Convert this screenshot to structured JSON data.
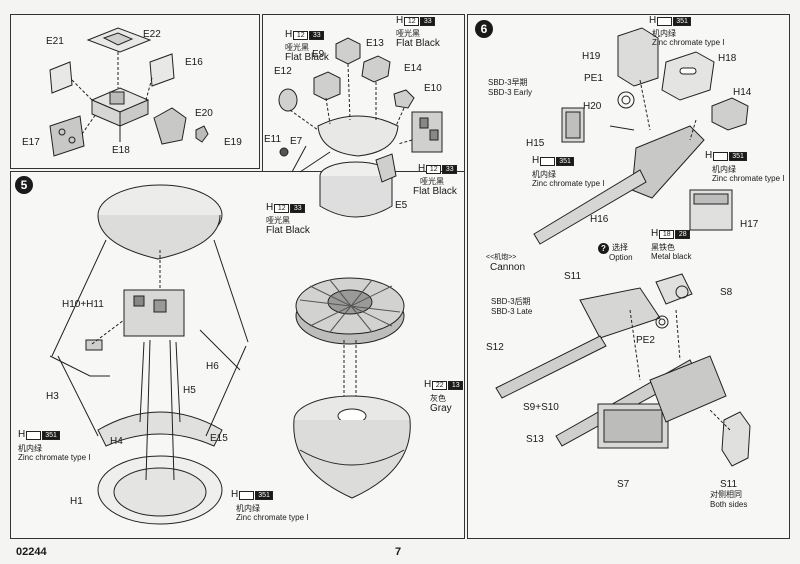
{
  "footer": {
    "code": "02244",
    "page": "7"
  },
  "panel_top_left": {
    "labels": {
      "e21": "E21",
      "e22": "E22",
      "e16": "E16",
      "e20": "E20",
      "e17": "E17",
      "e18": "E18",
      "e19": "E19"
    }
  },
  "panel_top_middle": {
    "labels": {
      "e12": "E12",
      "e9": "E9",
      "e13": "E13",
      "e14": "E14",
      "e10": "E10",
      "e11": "E11",
      "e7": "E7",
      "e5": "E5"
    },
    "paint1": {
      "h": "H",
      "a": "12",
      "b": "33",
      "cn": "哑光黑",
      "en": "Flat Black"
    },
    "paint2": {
      "h": "H",
      "a": "12",
      "b": "33",
      "cn": "哑光黑",
      "en": "Flat Black"
    },
    "paint3": {
      "h": "H",
      "a": "12",
      "b": "33",
      "cn": "哑光黑",
      "en": "Flat Black"
    },
    "paint4": {
      "h": "H",
      "a": "12",
      "b": "33",
      "cn": "哑光黑",
      "en": "Flat Black"
    }
  },
  "step5": {
    "number": "5",
    "labels": {
      "h10h11": "H10+H11",
      "h6": "H6",
      "h3": "H3",
      "h5": "H5",
      "h4": "H4",
      "e15": "E15",
      "h1": "H1"
    },
    "paint_left": {
      "h": "H",
      "b": "351",
      "cn": "机内绿",
      "en": "Zinc chromate type I"
    },
    "paint_bottom": {
      "h": "H",
      "b": "351",
      "cn": "机内绿",
      "en": "Zinc chromate type I"
    },
    "paint_gray": {
      "h": "H",
      "a": "22",
      "b": "13",
      "cn": "灰色",
      "en": "Gray"
    }
  },
  "step6": {
    "number": "6",
    "paint_top": {
      "h": "H",
      "b": "351",
      "cn": "机内绿",
      "en": "Zinc chromate type I"
    },
    "labels": {
      "h19": "H19",
      "h18": "H18",
      "pe1": "PE1",
      "h20": "H20",
      "h14": "H14",
      "h15": "H15",
      "h16": "H16",
      "h17": "H17",
      "s11": "S11",
      "s8": "S8",
      "pe2": "PE2",
      "s12": "S12",
      "s9s10": "S9+S10",
      "s13": "S13",
      "s7": "S7",
      "s11b": "S11"
    },
    "early_cn": "SBD-3早期",
    "early_en": "SBD-3 Early",
    "late_cn": "SBD-3后期",
    "late_en": "SBD-3 Late",
    "paint_h15": {
      "h": "H",
      "b": "351",
      "cn": "机内绿",
      "en": "Zinc chromate type I"
    },
    "paint_right": {
      "h": "H",
      "b": "351",
      "cn": "机内绿",
      "en": "Zinc chromate type I"
    },
    "paint_metal": {
      "h": "H",
      "a": "18",
      "b": "28",
      "cn": "黑铁色",
      "en": "Metal black"
    },
    "option_cn": "选择",
    "option_en": "Option",
    "cannon_cn": "<<机炮>>",
    "cannon_en": "Cannon",
    "both_cn": "对侧相同",
    "both_en": "Both sides"
  }
}
